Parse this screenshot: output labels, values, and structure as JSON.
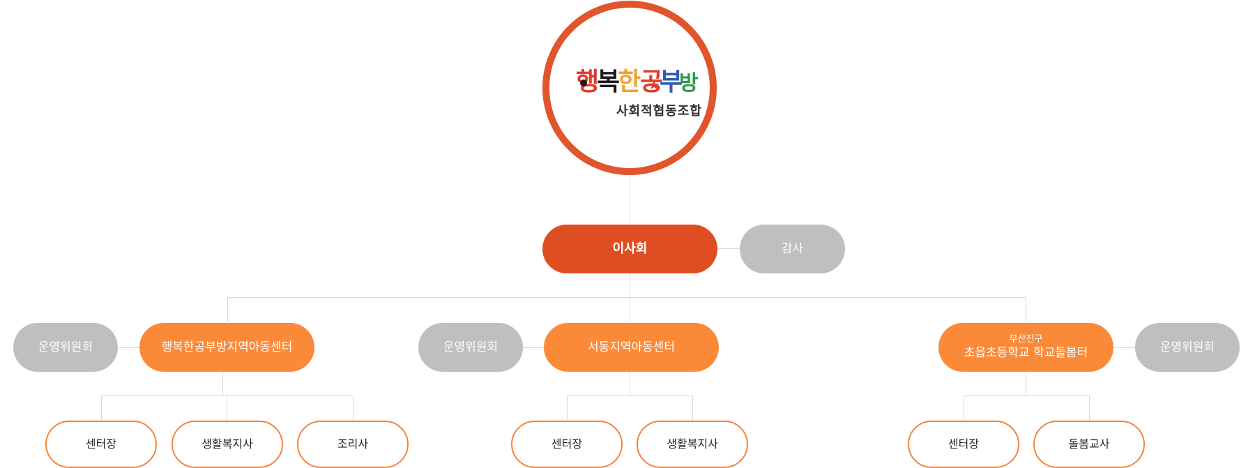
{
  "logo": {
    "brand": "행복한공부방",
    "subtitle": "사회적협동조합",
    "colors": [
      "#e23a2c",
      "#f0a42a",
      "#2c9a4a",
      "#2f5db3",
      "#1c1c1c"
    ]
  },
  "board": {
    "label": "이사회"
  },
  "auditor": {
    "label": "감사"
  },
  "centers": [
    {
      "name": "행복한공부방지역아동센터",
      "committee": "운영위원회",
      "staff": [
        "센터장",
        "생활복지사",
        "조리사"
      ]
    },
    {
      "name": "서동지역아동센터",
      "committee": "운영위원회",
      "staff": [
        "센터장",
        "생활복지사"
      ]
    },
    {
      "name_line1": "부산진구",
      "name_line2": "초읍초등학교 학교돌봄터",
      "committee": "운영위원회",
      "staff": [
        "센터장",
        "돌봄교사"
      ]
    }
  ],
  "colors": {
    "primary": "#df4e23",
    "accent": "#fb8a38",
    "neutral": "#bfbfbf",
    "line": "#d9d9d9"
  }
}
